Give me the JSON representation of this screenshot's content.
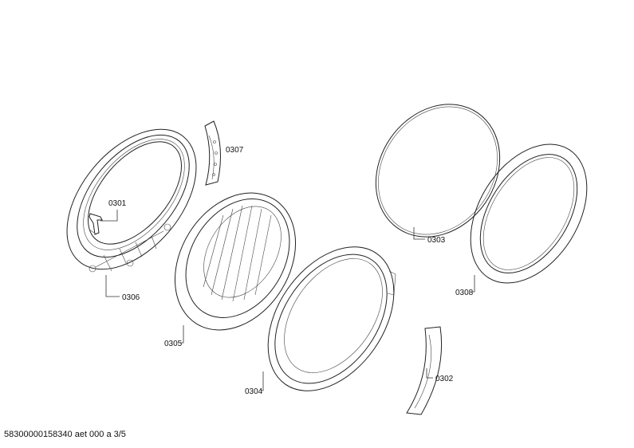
{
  "parts": [
    {
      "id": "0301"
    },
    {
      "id": "0302"
    },
    {
      "id": "0303"
    },
    {
      "id": "0304"
    },
    {
      "id": "0305"
    },
    {
      "id": "0306"
    },
    {
      "id": "0307"
    },
    {
      "id": "0308"
    }
  ],
  "footer": "58300000158340 aet 000 a 3/5"
}
